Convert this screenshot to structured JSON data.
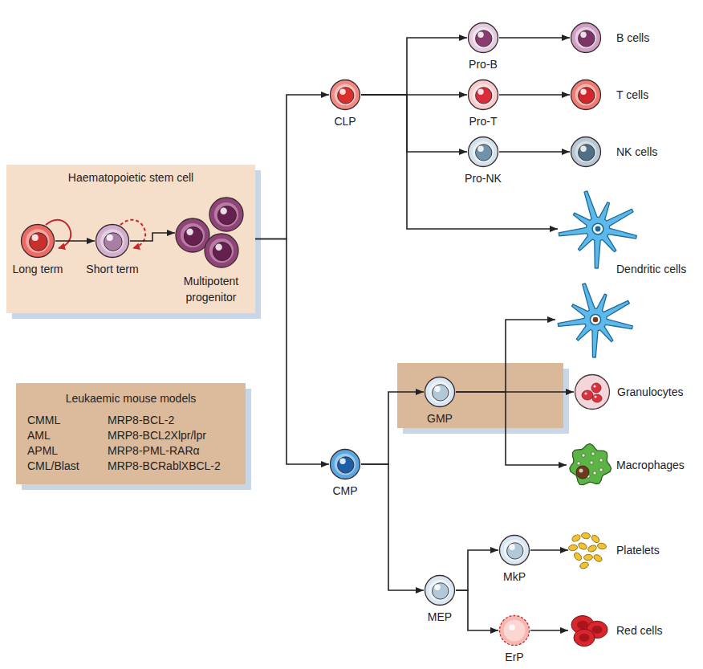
{
  "diagram": {
    "nodes": [
      {
        "text": [
          "Haematopoietic stem cell"
        ]
      },
      {
        "text": [
          "Long term"
        ],
        "in": 0
      },
      {
        "text": [
          "Short term"
        ],
        "in": 0
      },
      {
        "text": [
          "Multipotent progenitor"
        ],
        "in": 0
      },
      {
        "text": [
          "CLP"
        ]
      },
      {
        "text": [
          "Pro-B"
        ]
      },
      {
        "text": [
          "B cells"
        ]
      },
      {
        "text": [
          "Pro-T"
        ]
      },
      {
        "text": [
          "T cells"
        ]
      },
      {
        "text": [
          "Pro-NK"
        ]
      },
      {
        "text": [
          "NK cells"
        ]
      },
      {
        "text": [
          "Dendritic cells"
        ]
      },
      {
        "text": [
          "CMP"
        ]
      },
      {
        "text": [
          "GMP"
        ]
      },
      {
        "text": [
          "Granulocytes"
        ]
      },
      {
        "text": [
          "Macrophages"
        ]
      },
      {
        "text": [
          "MEP"
        ]
      },
      {
        "text": [
          "MkP"
        ]
      },
      {
        "text": [
          "Platelets"
        ]
      },
      {
        "text": [
          "ErP"
        ]
      },
      {
        "text": [
          "Red cells"
        ]
      },
      {
        "text": [
          "Leukaemic mouse models",
          "CMML",
          "MRP8-BCL-2",
          "AML",
          "MRP8-BCL2Xlpr/lpr",
          "APML",
          "MRP8-PML-RARα",
          "CML/Blast",
          "MRP8-BCRablXBCL-2"
        ]
      }
    ],
    "edges": [
      {
        "from": 1,
        "to": 2,
        "arrow": "to"
      },
      {
        "from": 2,
        "to": 3,
        "arrow": "to"
      },
      {
        "from": 0,
        "to": 4,
        "arrow": "to"
      },
      {
        "from": 0,
        "to": 12,
        "arrow": "to"
      },
      {
        "from": 4,
        "to": 5,
        "arrow": "to"
      },
      {
        "from": 4,
        "to": 7,
        "arrow": "to"
      },
      {
        "from": 4,
        "to": 9,
        "arrow": "to"
      },
      {
        "from": 4,
        "to": 11,
        "arrow": "to"
      },
      {
        "from": 5,
        "to": 6,
        "arrow": "to"
      },
      {
        "from": 7,
        "to": 8,
        "arrow": "to"
      },
      {
        "from": 9,
        "to": 10,
        "arrow": "to"
      },
      {
        "from": 12,
        "to": 13,
        "arrow": "to"
      },
      {
        "from": 12,
        "to": 16,
        "arrow": "to"
      },
      {
        "from": 13,
        "to": 14,
        "arrow": "to"
      },
      {
        "from": 13,
        "to": 15,
        "arrow": "to"
      },
      {
        "from": 16,
        "to": 17,
        "arrow": "to"
      },
      {
        "from": 16,
        "to": 19,
        "arrow": "to"
      },
      {
        "from": 17,
        "to": 18,
        "arrow": "to"
      },
      {
        "from": 19,
        "to": 20,
        "arrow": "to"
      }
    ]
  }
}
